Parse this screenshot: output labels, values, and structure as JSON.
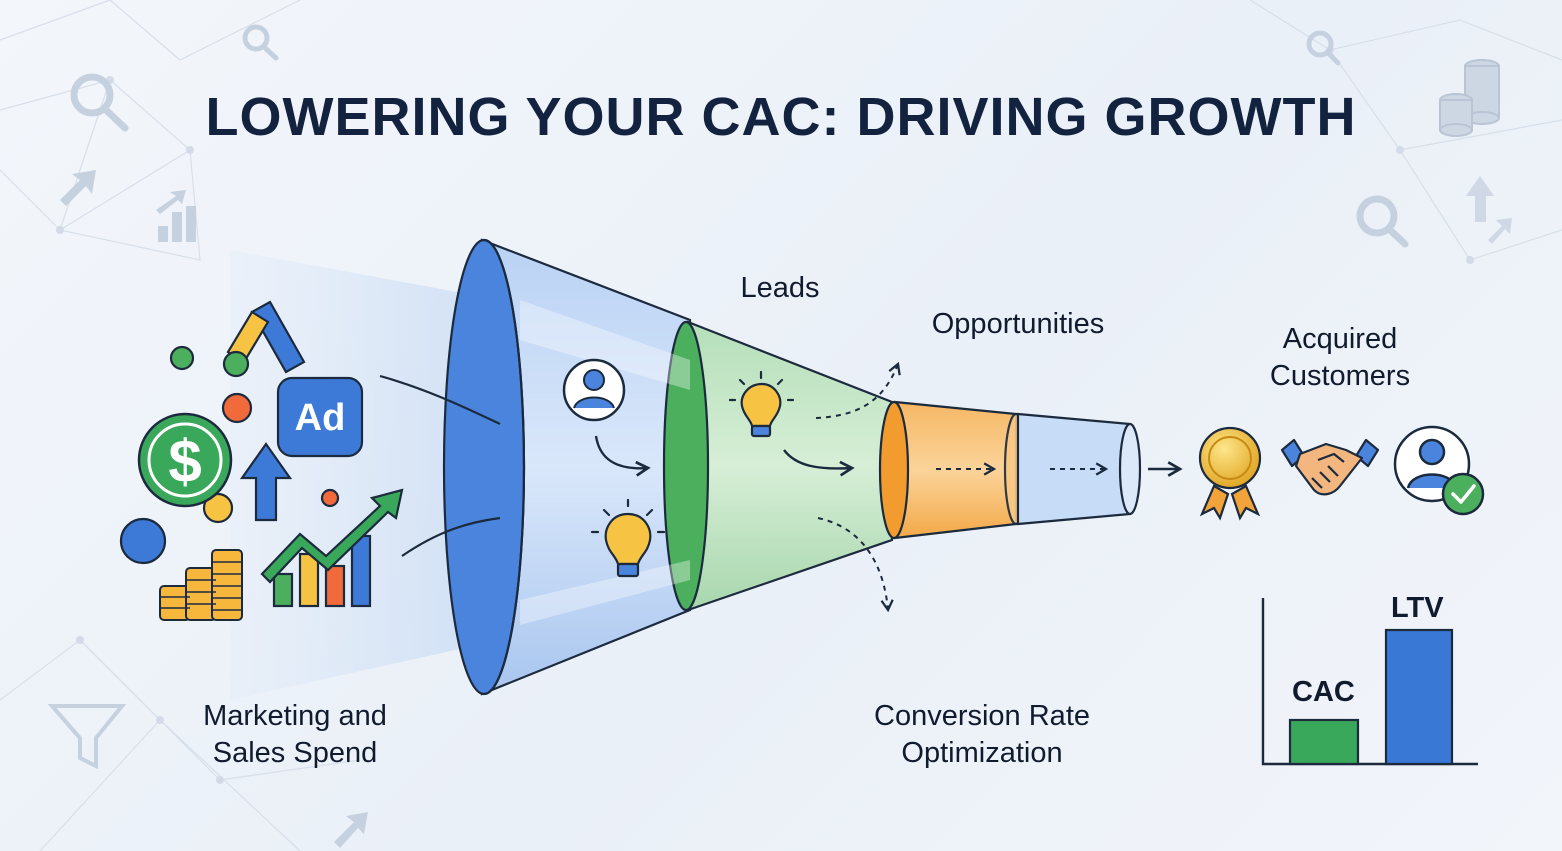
{
  "title": "LOWERING YOUR CAC: DRIVING GROWTH",
  "labels": {
    "spend": "Marketing and\nSales Spend",
    "leads": "Leads",
    "opportunities": "Opportunities",
    "acquired": "Acquired\nCustomers",
    "cro": "Conversion Rate\nOptimization"
  },
  "icons": {
    "ad_badge": "Ad",
    "dollar": "$"
  },
  "comparison": {
    "bars": [
      {
        "label": "CAC",
        "relative_value": 0.33,
        "color": "#3aa85a"
      },
      {
        "label": "LTV",
        "relative_value": 1.0,
        "color": "#3a78d6"
      }
    ]
  },
  "colors": {
    "title": "#13233f",
    "funnel_blue": "#3d7ad8",
    "funnel_green": "#3aa85a",
    "funnel_orange": "#f4a340",
    "gold": "#f2b632"
  }
}
